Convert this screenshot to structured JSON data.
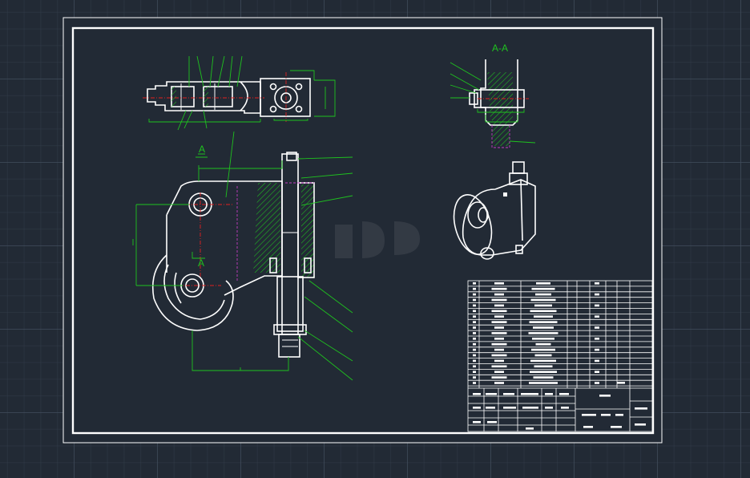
{
  "drawing": {
    "section_title": "A-A",
    "section_mark_top": "A",
    "section_mark_bottom": "A"
  },
  "colors": {
    "background": "#222a35",
    "line": "#ffffff",
    "dimension": "#1fc21f",
    "centerline": "#e02020",
    "hidden": "#c23cc2"
  }
}
